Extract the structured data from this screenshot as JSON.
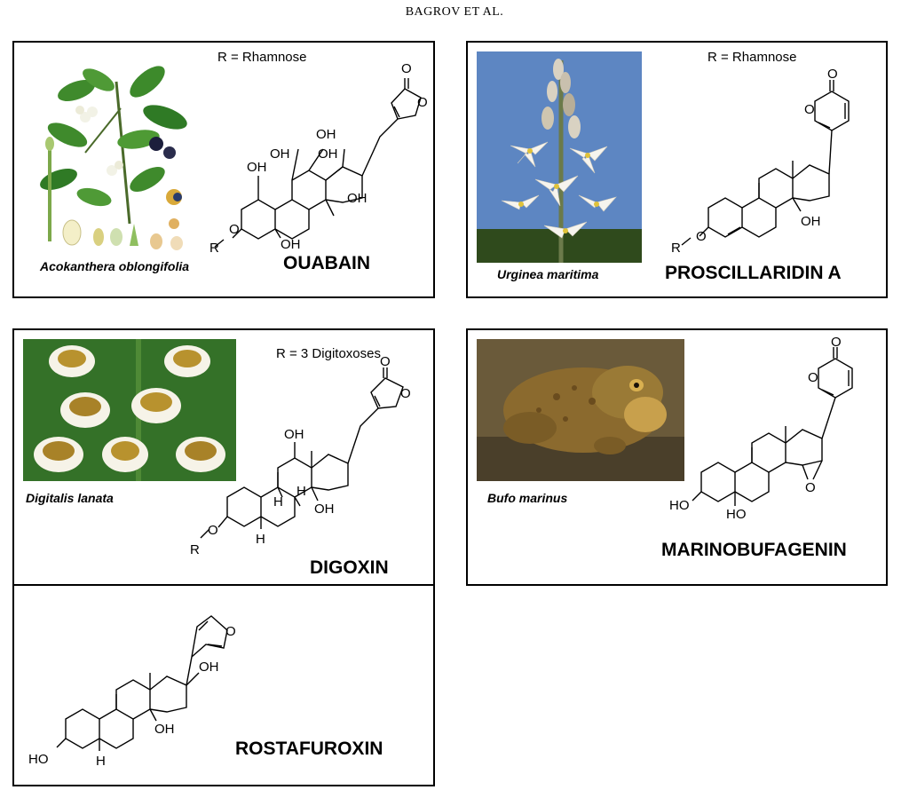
{
  "header": "BAGROV ET AL.",
  "panels": {
    "ouabain": {
      "r_label": "R = Rhamnose",
      "species": "Acokanthera oblongifolia",
      "compound": "OUABAIN",
      "labels": {
        "oh1": "OH",
        "oh2": "OH",
        "oh3": "OH",
        "oh4": "OH",
        "oh5": "OH",
        "oh6": "OH",
        "o_ring": "O",
        "o_carbonyl": "O",
        "o_link": "O",
        "r": "R"
      }
    },
    "proscillaridin": {
      "r_label": "R = Rhamnose",
      "species": "Urginea maritima",
      "compound": "PROSCILLARIDIN A",
      "labels": {
        "oh": "OH",
        "o_ring": "O",
        "o_carbonyl": "O",
        "o_link": "O",
        "r": "R"
      }
    },
    "digoxin": {
      "r_label": "R = 3 Digitoxoses",
      "species": "Digitalis lanata",
      "compound": "DIGOXIN",
      "labels": {
        "oh12": "OH",
        "oh14": "OH",
        "h8": "H",
        "h9": "H",
        "h5": "H",
        "o_ring": "O",
        "o_carbonyl": "O",
        "o_link": "O",
        "r": "R"
      }
    },
    "marinobufagenin": {
      "species": "Bufo marinus",
      "compound": "MARINOBUFAGENIN",
      "labels": {
        "ho3": "HO",
        "ho5": "HO",
        "o_epoxide": "O",
        "o_ring": "O",
        "o_carbonyl": "O"
      }
    },
    "rostafuroxin": {
      "compound": "ROSTAFUROXIN",
      "labels": {
        "oh17": "OH",
        "oh14": "OH",
        "ho3": "HO",
        "h5": "H",
        "o_furan": "O"
      }
    }
  },
  "colors": {
    "border": "#000000",
    "sky": "#5d86c2",
    "foliage": "#2e6b25",
    "toad": "#8b6a2e"
  }
}
